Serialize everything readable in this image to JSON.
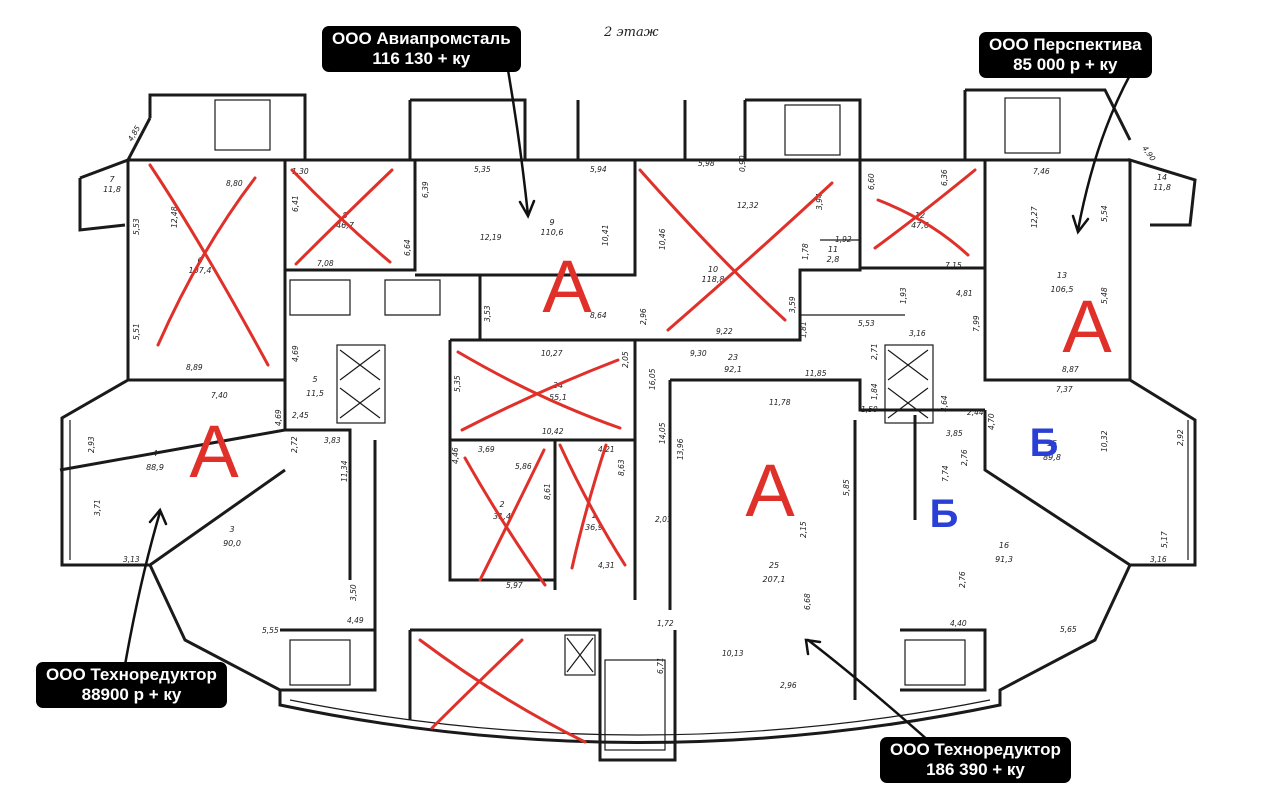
{
  "floor_label": "2 этаж",
  "tenants": [
    {
      "name": "ООО Авиапромсталь",
      "price": "116 130 + ку"
    },
    {
      "name": "ООО Перспектива",
      "price": "85 000 р + ку"
    },
    {
      "name": "ООО Техноредуктор",
      "price": "88900 р + ку"
    },
    {
      "name": "ООО Техноредуктор",
      "price": "186 390 + ку"
    }
  ],
  "zone_marks": {
    "a": "А",
    "b": "Б"
  },
  "rooms": [
    {
      "no": "6",
      "area": "107,4"
    },
    {
      "no": "7",
      "area": "11,8"
    },
    {
      "no": "8",
      "area": "46,7"
    },
    {
      "no": "9",
      "area": "110,6"
    },
    {
      "no": "10",
      "area": "118,8"
    },
    {
      "no": "11",
      "area": "2,8"
    },
    {
      "no": "12",
      "area": "47,6"
    },
    {
      "no": "13",
      "area": "106,5"
    },
    {
      "no": "14",
      "area": "11,8"
    },
    {
      "no": "5",
      "area": "11,5"
    },
    {
      "no": "4",
      "area": "88,9"
    },
    {
      "no": "3",
      "area": "90,0"
    },
    {
      "no": "24",
      "area": "55,1"
    },
    {
      "no": "23",
      "area": "92,1"
    },
    {
      "no": "2",
      "area": "31,4"
    },
    {
      "no": "1",
      "area": "36,9"
    },
    {
      "no": "25",
      "area": "207,1"
    },
    {
      "no": "15",
      "area": "89,8"
    },
    {
      "no": "16",
      "area": "91,3"
    }
  ],
  "dimensions": [
    "8,80",
    "12,48",
    "5,53",
    "8,89",
    "5,51",
    "1,30",
    "6,41",
    "7,08",
    "6,64",
    "6,39",
    "5,35",
    "5,94",
    "12,19",
    "10,41",
    "8,64",
    "5,98",
    "0,90",
    "12,32",
    "3,94",
    "10,46",
    "2,96",
    "9,22",
    "3,59",
    "1,81",
    "1,92",
    "1,78",
    "5,53",
    "1,93",
    "6,60",
    "6,36",
    "7,15",
    "7,46",
    "12,27",
    "5,54",
    "5,48",
    "8,87",
    "4,81",
    "7,99",
    "3,16",
    "10,27",
    "5,35",
    "10,42",
    "2,05",
    "16,05",
    "9,30",
    "11,85",
    "2,71",
    "11,78",
    "1,84",
    "1,50",
    "4,64",
    "2,44",
    "7,37",
    "4,70",
    "3,85",
    "10,32",
    "2,92",
    "7,74",
    "2,76",
    "5,85",
    "3,16",
    "5,17",
    "4,40",
    "5,65",
    "2,76",
    "7,40",
    "4,69",
    "2,45",
    "4,69",
    "2,72",
    "3,83",
    "11,34",
    "2,93",
    "3,71",
    "3,13",
    "3,50",
    "4,49",
    "5,55",
    "3,69",
    "5,86",
    "4,21",
    "8,63",
    "4,46",
    "8,61",
    "5,97",
    "4,31",
    "2,01",
    "14,05",
    "13,96",
    "2,15",
    "6,68",
    "10,13",
    "2,96",
    "1,72",
    "6,71",
    "4,85",
    "4,90",
    "3,53"
  ]
}
